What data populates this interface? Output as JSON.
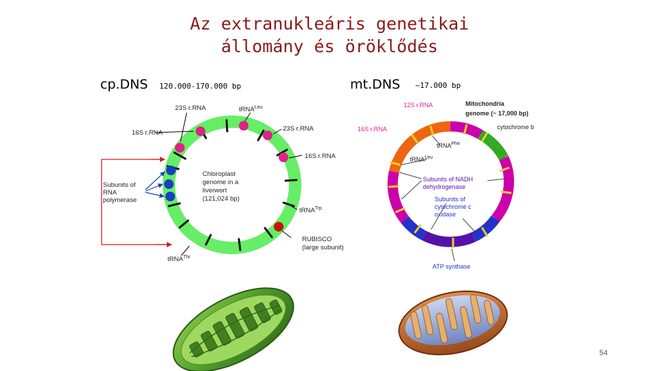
{
  "title": {
    "line1": "Az extranukleáris genetikai",
    "line2": "állomány és öröklődés"
  },
  "cp": {
    "label": "cp.DNS",
    "size": "120.000-170.000 bp",
    "diagram": {
      "l23s_top": "23S r.RNA",
      "trna_leu": "tRNA",
      "trna_leu_sup": "Leu",
      "l16s_left": "16S r.RNA",
      "l23s_right": "23S r.RNA",
      "l16s_right": "16S r.RNA",
      "center1": "Chloroplast",
      "center2": "genome in a",
      "center3": "liverwort",
      "center4": "(121,024 bp)",
      "sub1": "Subunits of",
      "sub2": "RNA",
      "sub3": "polymerase",
      "trna_trp": "tRNA",
      "trna_trp_sup": "Trp",
      "rubisco": "RUBISCO",
      "rubisco_sub": "(large subunit)",
      "trna_thr": "tRNA",
      "trna_thr_sup": "Thr"
    }
  },
  "mt": {
    "label": "mt.DNS",
    "size": "~17.000 bp",
    "diagram": {
      "l12s": "12S r.RNA",
      "l16s": "16S r.RNA",
      "title1": "Mitochondria",
      "title2": "genome (~ 17,000 bp)",
      "cytb": "cytochrome b",
      "trna_phe": "tRNA",
      "trna_phe_sup": "Phe",
      "trna_leu": "tRNA",
      "trna_leu_sup": "Leu",
      "nadh1": "Subunits of NADH",
      "nadh2": "dehydrogenase",
      "cox1": "Subunits of",
      "cox2": "cytochrome c",
      "cox3": "oxidase",
      "atp": "ATP synthase"
    }
  },
  "page_number": "54",
  "colors": {
    "title": "#8b1a1a",
    "cp_ring": "#66ee66",
    "rRNA_marker": "#dd2288",
    "rna_pol_marker": "#1a3fc0",
    "rubisco_marker": "#cc1111",
    "arrow_red": "#cc2222",
    "mt_magenta": "#cc00aa",
    "mt_purple": "#5511aa",
    "mt_blue": "#2233cc",
    "mt_green": "#33aa22",
    "mt_orange": "#ee6611"
  }
}
